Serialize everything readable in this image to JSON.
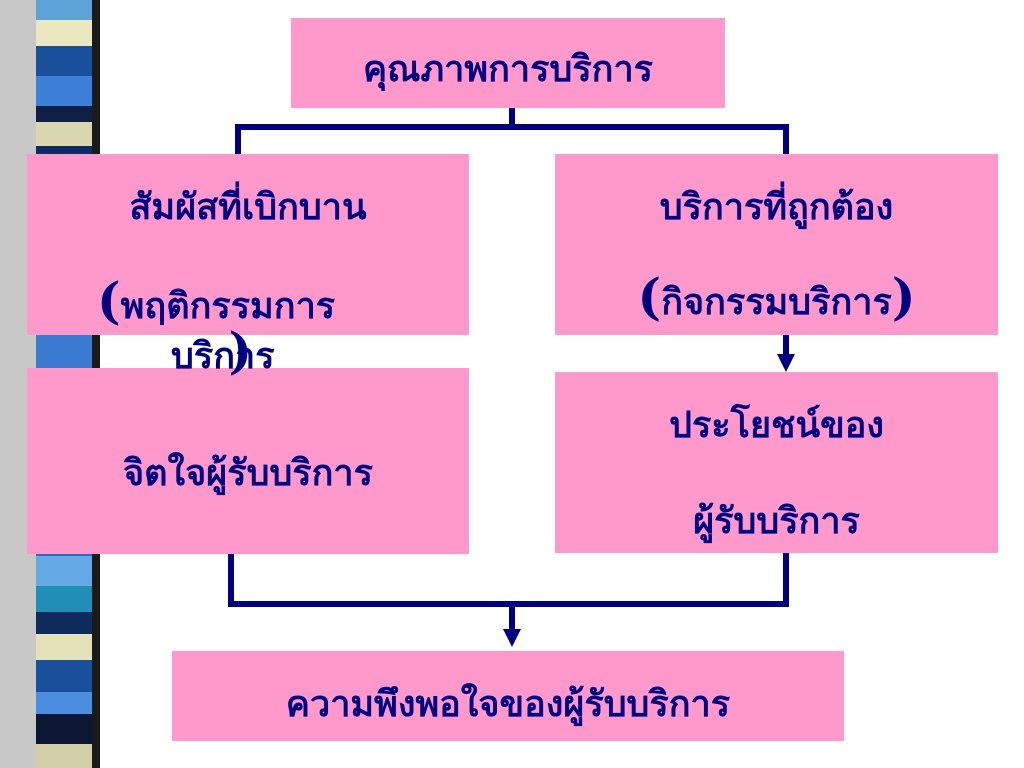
{
  "top": {
    "label": "คุณภาพการบริการ"
  },
  "left_upper": {
    "line1": "สัมผัสที่เบิกบาน",
    "open_paren": "(",
    "line2": "พฤติกรรมการ",
    "line3": "บริการ",
    "close_paren": ")"
  },
  "right_upper": {
    "line1": "บริการที่ถูกต้อง",
    "open_paren": "(",
    "line2": "กิจกรรมบริการ",
    "close_paren": ")"
  },
  "left_lower": {
    "label": "จิตใจผู้รับบริการ"
  },
  "right_lower": {
    "line1": "ประโยชน์ของ",
    "line2": "ผู้รับบริการ"
  },
  "bottom": {
    "label": "ความพึงพอใจของผู้รับบริการ"
  },
  "colors": {
    "box_fill": "#ff99cc",
    "text": "#000080",
    "connector": "#000080"
  }
}
